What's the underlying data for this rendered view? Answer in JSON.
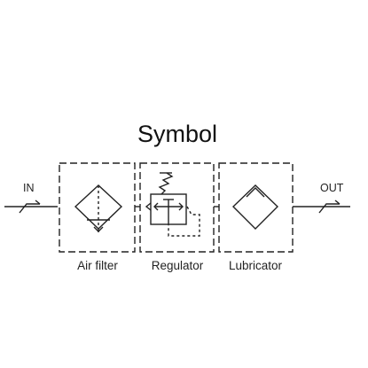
{
  "title": "Symbol",
  "ports": {
    "in": "IN",
    "out": "OUT"
  },
  "components": [
    {
      "label": "Air filter"
    },
    {
      "label": "Regulator"
    },
    {
      "label": "Lubricator"
    }
  ]
}
